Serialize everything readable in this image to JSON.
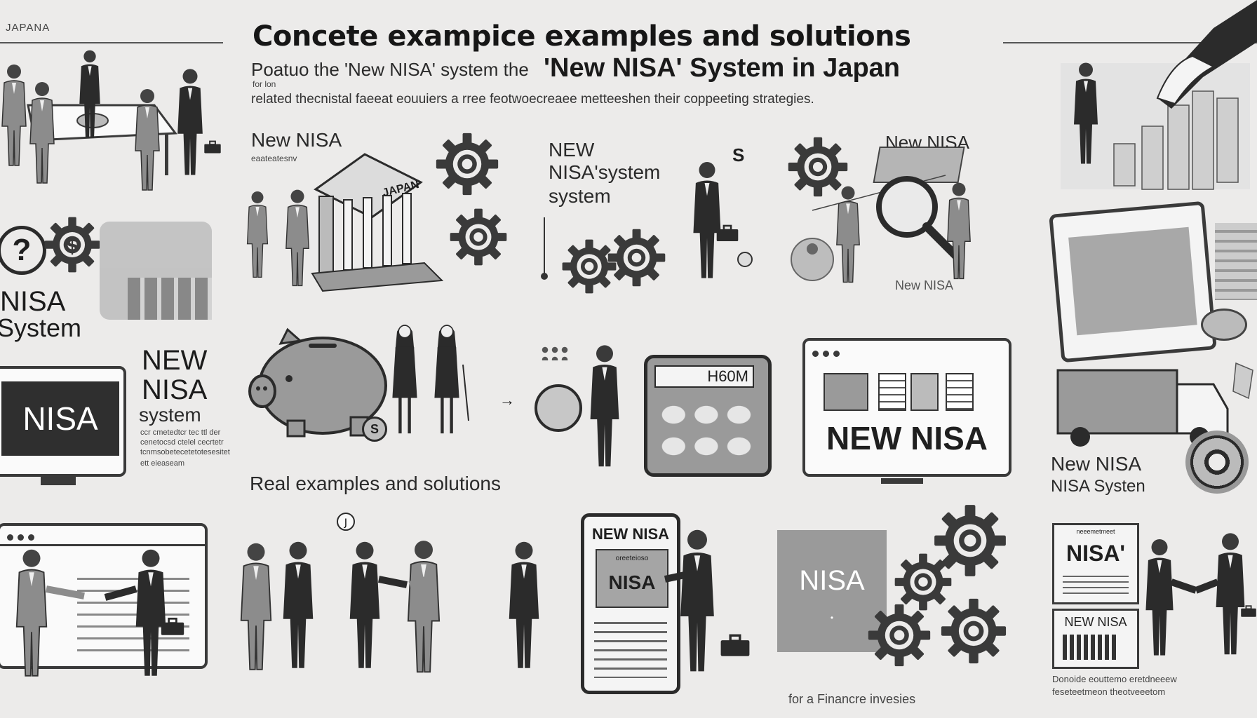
{
  "header": {
    "corner_label": "JAPANA",
    "title": "Concete exampice examples and solutions",
    "subtitle_small": "Poatuo the 'New NISA' system  the",
    "subtitle_big": "'New NISA' System in Japan",
    "subtitle_small2": "for lon",
    "line3": "related thecnistal faeeat eouuiers a rree feotwoecreaee metteeshen their coppeeting strategies."
  },
  "panels": {
    "top_left": {
      "question_icon": "question-mark-icon",
      "dollar_icon": "dollar-gear-icon",
      "label_line1": "NISA",
      "label_line2": "System"
    },
    "bank": {
      "label": "New NISA",
      "sublabel": "eaateatesnv",
      "building_text": "JAPAN"
    },
    "system": {
      "label_line1": "NEW",
      "label_line2": "NISA'system",
      "label_line3": "system",
      "dollar": "S"
    },
    "magnify": {
      "label_top": "New NISA",
      "label_bottom": "New NISA"
    },
    "monitor_left": {
      "screen_text": "NISA",
      "label_line1": "NEW",
      "label_line2": "NISA",
      "label_line3": "system",
      "fine1": "ccr cmetedtcr tec ttl der",
      "fine2": "cenetocsd ctelel cecrtetr",
      "fine3": "tcnmsobetecetetotesesitet",
      "fine4": "ett eieaseam"
    },
    "piggy": {
      "coin": "S"
    },
    "calculator": {
      "display": "H60M"
    },
    "browser": {
      "screen_text": "NEW NISA"
    },
    "truck_panel": {
      "label_line1": "New NISA",
      "label_line2": "NISA Systen"
    },
    "section": {
      "label": "Real examples and solutions"
    },
    "tablet": {
      "title": "NEW NISA",
      "sub": "oreeteioso",
      "inner": "NISA"
    },
    "gears_panel": {
      "nisa": "NISA",
      "caption": "for a Financre invesies"
    },
    "bottom_right": {
      "card1": "NISA'",
      "card1_sub": "neeemetmeet",
      "card2": "NEW NISA",
      "fine1": "Donoide eouttemo eretdneeew",
      "fine2": "feseteetmeon theotveeetom"
    }
  },
  "colors": {
    "background": "#ecebea",
    "ink": "#1f1f1f",
    "suit": "#2b2b2b",
    "suit_grey": "#8c8c8c"
  }
}
